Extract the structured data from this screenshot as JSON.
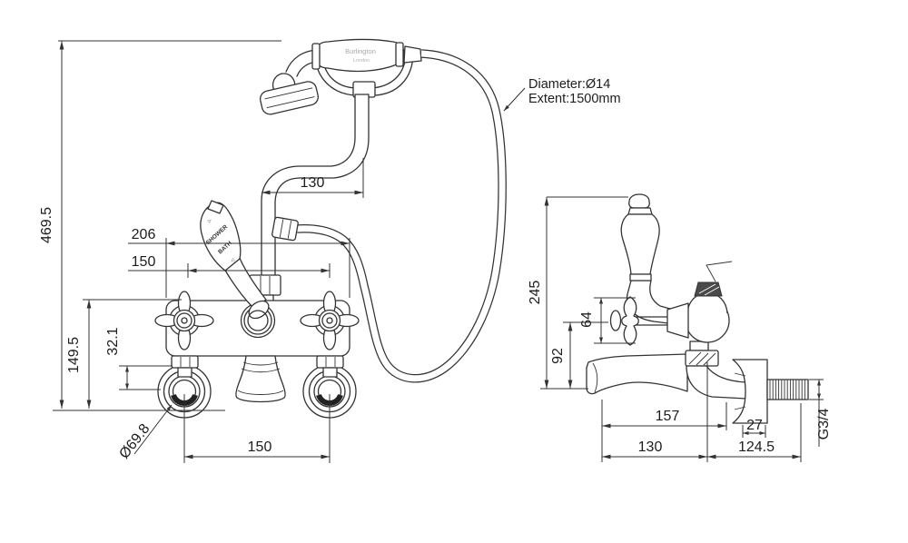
{
  "handset": {
    "brand": "Burlington",
    "origin": "London"
  },
  "hose_note": {
    "line1": "Diameter:Ø14",
    "line2": "Extent:1500mm"
  },
  "diverter_lever": {
    "arrow_up": "▷",
    "line1": "SHOWER",
    "line2": "BATH",
    "arrow_down": "◁"
  },
  "front_view": {
    "overall_height": "469.5",
    "valve_assembly_height": "149.5",
    "flange_offset": "32.1",
    "flange_diameter": "Ø69.8",
    "body_width": "206",
    "valve_centres": "150",
    "cradle_offset": "130",
    "flange_centres": "150"
  },
  "side_view": {
    "overall_height": "245",
    "spout_clearance": "92",
    "handle_depth": "64",
    "spout_reach": "157",
    "flange_depth": "27",
    "outlet_projection": "130",
    "inlet_projection": "124.5",
    "thread_size": "G3/4"
  }
}
